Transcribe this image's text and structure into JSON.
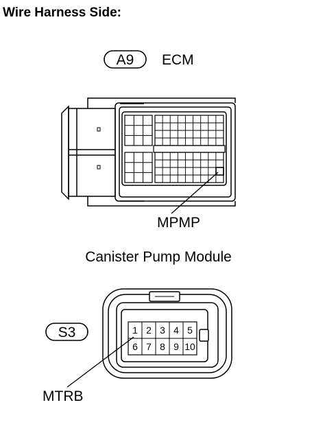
{
  "heading": "Wire Harness Side:",
  "ecm": {
    "connector_code": "A9",
    "connector_name": "ECM",
    "terminal_label": "MPMP"
  },
  "canister_pump": {
    "title": "Canister Pump Module",
    "connector_code": "S3",
    "pins": [
      "1",
      "2",
      "3",
      "4",
      "5",
      "6",
      "7",
      "8",
      "9",
      "10"
    ],
    "terminal_label": "MTRB"
  }
}
